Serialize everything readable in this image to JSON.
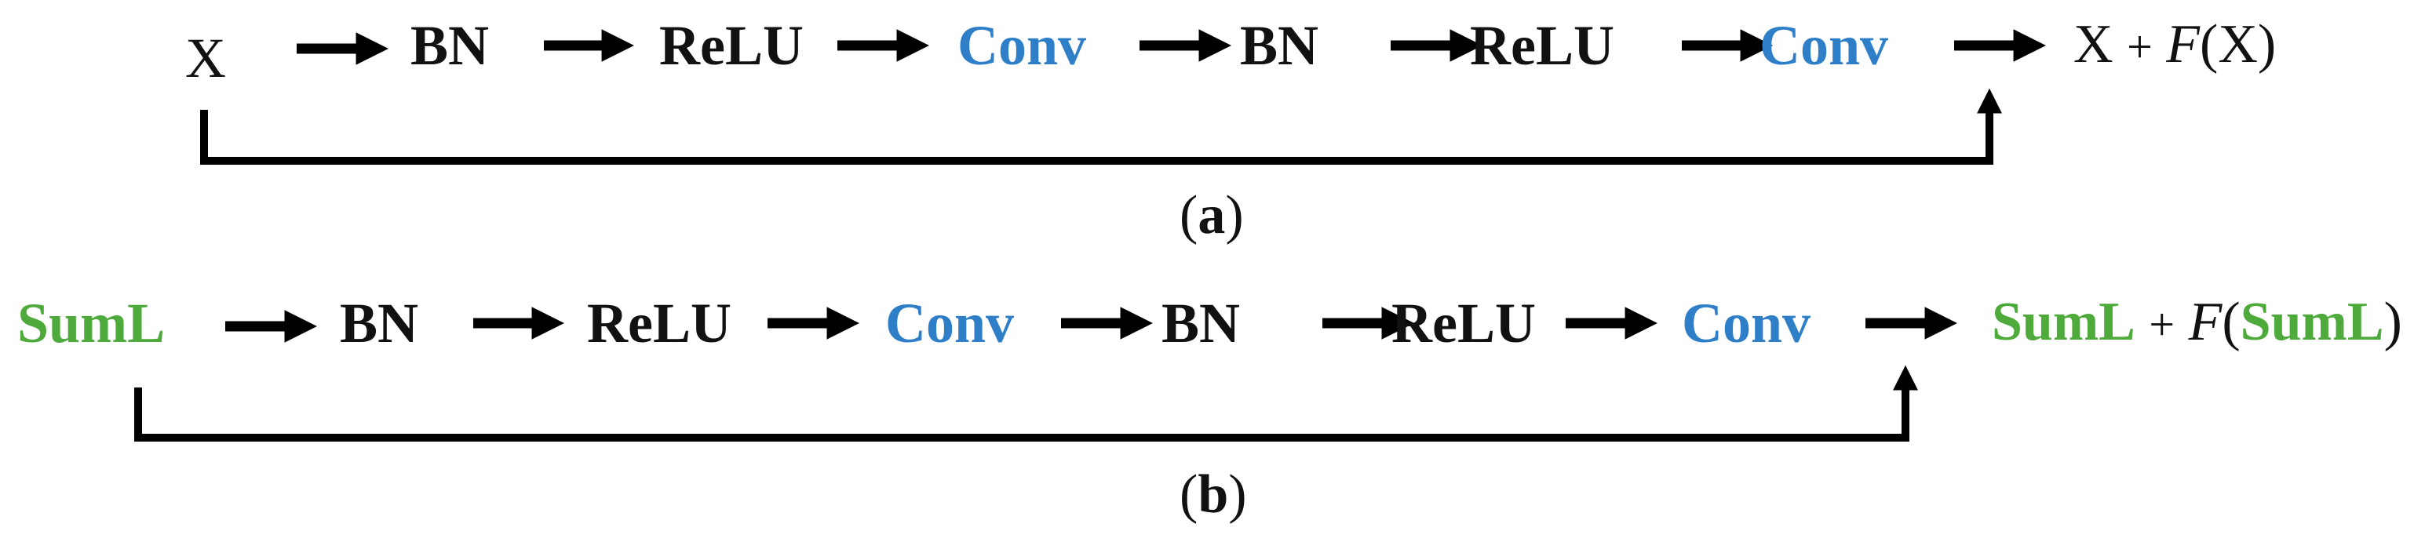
{
  "colors": {
    "text": "#111111",
    "conv": "#2f7fc8",
    "suml": "#4daa3b",
    "stroke": "#000000"
  },
  "row_a": {
    "input": "X",
    "steps": [
      "BN",
      "ReLU",
      "Conv",
      "BN",
      "ReLU",
      "Conv"
    ],
    "output": {
      "a": "X",
      "plus": "+",
      "f": "F",
      "lp": "(",
      "b": "X",
      "rp": ")"
    },
    "caption": {
      "lp": "(",
      "letter": "a",
      "rp": ")"
    }
  },
  "row_b": {
    "input": "SumL",
    "steps": [
      "BN",
      "ReLU",
      "Conv",
      "BN",
      "ReLU",
      "Conv"
    ],
    "output": {
      "a": "SumL",
      "plus": "+",
      "f": "F",
      "lp": "(",
      "b": "SumL",
      "rp": ")"
    },
    "caption": {
      "lp": "(",
      "letter": "b",
      "rp": ")"
    }
  }
}
